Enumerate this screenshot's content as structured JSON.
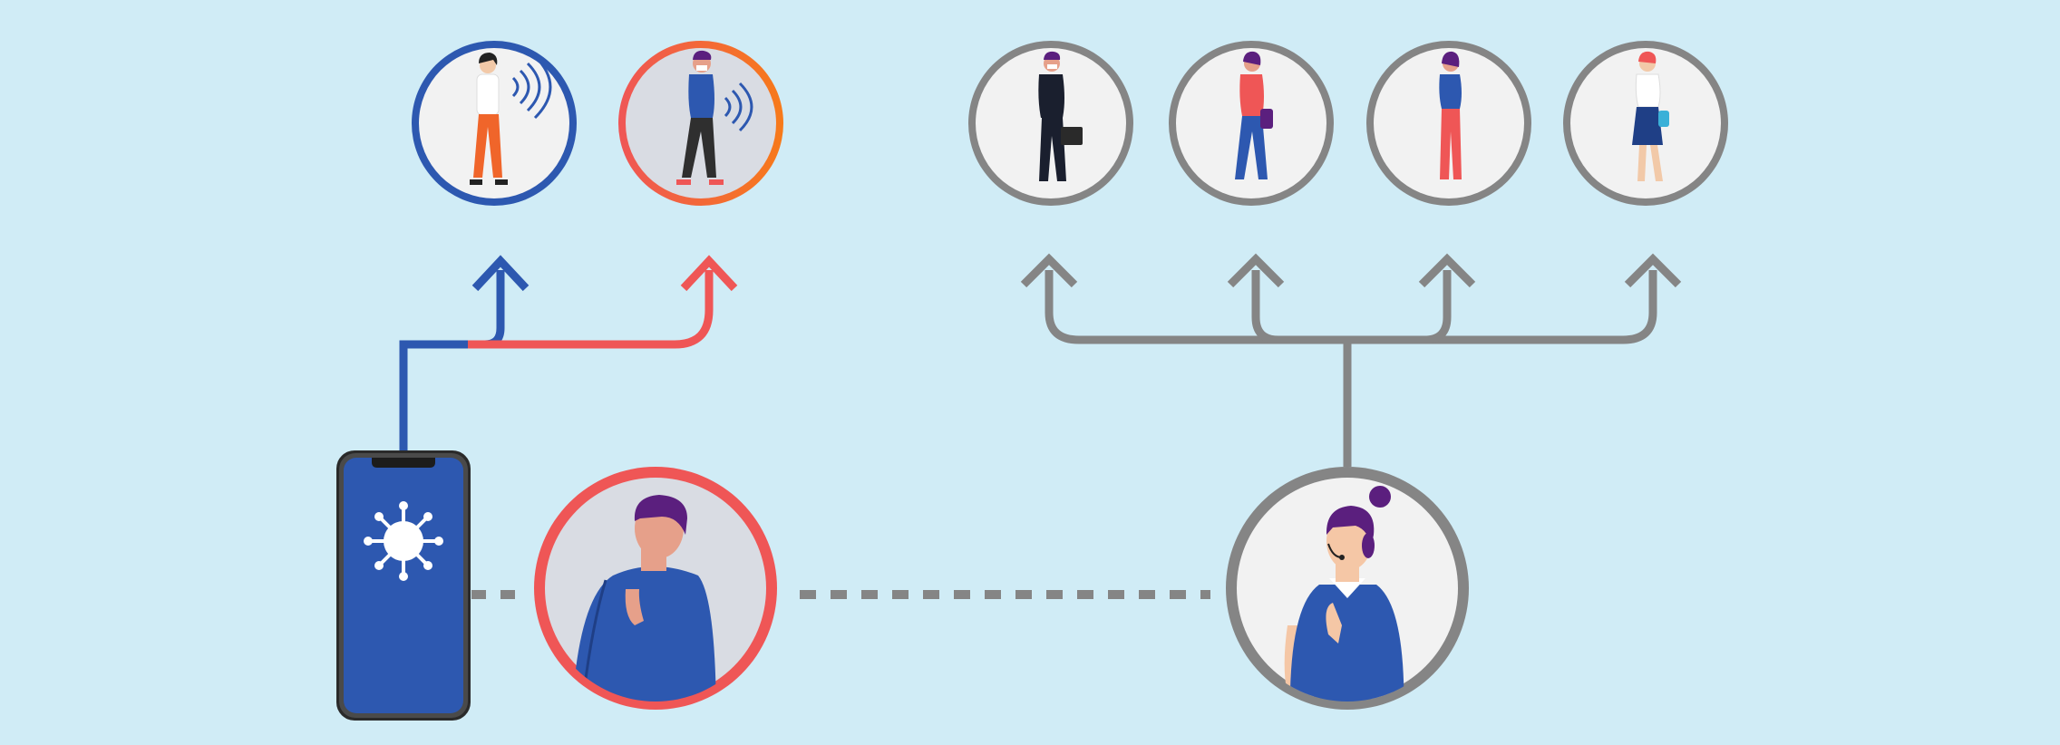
{
  "colors": {
    "background": "#d0ecf6",
    "app_blue": "#2d58b0",
    "alert_red": "#ef5656",
    "alert_orange": "#f77a1a",
    "neutral_gray": "#858585",
    "circle_fill": "#f2f2f2",
    "circle_fill_dark": "#d9dce3",
    "skin": "#e6a08a",
    "hair_purple": "#5b1f7e"
  },
  "phone": {
    "icon": "virus-icon"
  },
  "people": {
    "contacts_app": [
      {
        "role": "app-user-contact",
        "ring": "blue",
        "icon": "phone-signal-icon"
      },
      {
        "role": "app-user-contact-alerted",
        "ring": "red-orange",
        "icon": "phone-signal-icon"
      }
    ],
    "contacts_manual": [
      {
        "role": "contact-businessman",
        "ring": "gray",
        "icon": "briefcase-icon"
      },
      {
        "role": "contact-woman-bag",
        "ring": "gray",
        "icon": "handbag-icon"
      },
      {
        "role": "contact-woman-red-top",
        "ring": "gray",
        "icon": ""
      },
      {
        "role": "contact-woman-skirt",
        "ring": "gray",
        "icon": "shoulder-bag-icon"
      }
    ],
    "patient": {
      "role": "infected-person",
      "ring": "red"
    },
    "tracer": {
      "role": "contact-tracer",
      "ring": "gray",
      "icon": "headset-icon"
    }
  }
}
